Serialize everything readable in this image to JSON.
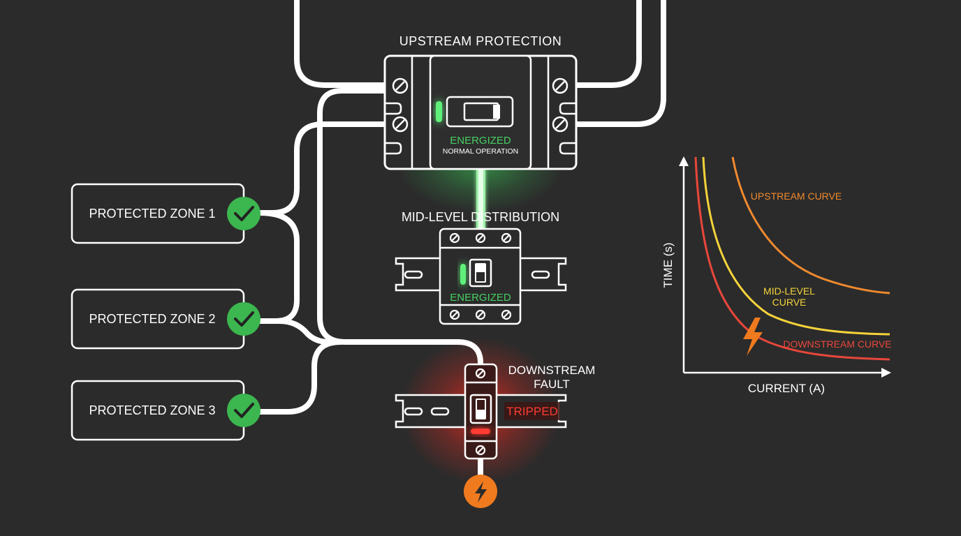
{
  "upstream": {
    "title": "UPSTREAM PROTECTION",
    "status": "ENERGIZED",
    "substatus": "NORMAL OPERATION"
  },
  "mid": {
    "title": "MID-LEVEL DISTRIBUTION",
    "status": "ENERGIZED"
  },
  "downstream": {
    "title_line1": "DOWNSTREAM",
    "title_line2": "FAULT",
    "status": "TRIPPED"
  },
  "zones": [
    {
      "label": "PROTECTED ZONE 1",
      "status_icon": "check-icon"
    },
    {
      "label": "PROTECTED ZONE 2",
      "status_icon": "check-icon"
    },
    {
      "label": "PROTECTED ZONE 3",
      "status_icon": "check-icon"
    }
  ],
  "fault_icon": "lightning-icon",
  "colors": {
    "background": "#2b2b2b",
    "wire": "#ffffff",
    "energized": "#3bd45a",
    "tripped": "#ff3b30",
    "upstream_curve": "#f08a2e",
    "mid_curve": "#f5d33a",
    "downstream_curve": "#e8473b",
    "fault": "#f07a1e"
  },
  "chart_data": {
    "type": "line",
    "xlabel": "CURRENT (A)",
    "ylabel": "TIME (s)",
    "series": [
      {
        "name": "UPSTREAM CURVE",
        "label_lines": [
          "UPSTREAM CURVE"
        ]
      },
      {
        "name": "MID-LEVEL CURVE",
        "label_lines": [
          "MID-LEVEL",
          "CURVE"
        ]
      },
      {
        "name": "DOWNSTREAM CURVE",
        "label_lines": [
          "DOWNSTREAM CURVE"
        ]
      }
    ],
    "annotation_icon": "lightning-icon"
  }
}
